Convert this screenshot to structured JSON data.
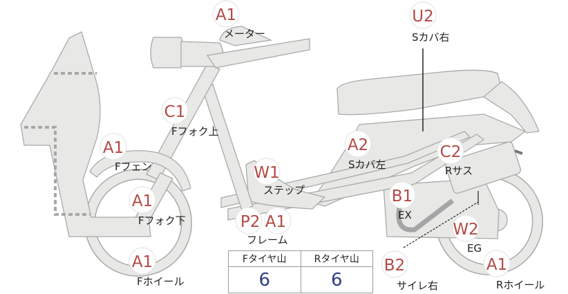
{
  "parts": [
    {
      "id": "meter",
      "grade": "A1",
      "label": "メーター"
    },
    {
      "id": "s-cover-right",
      "grade": "U2",
      "label": "Sカバ右"
    },
    {
      "id": "f-fork-upper",
      "grade": "C1",
      "label": "Fフォク上"
    },
    {
      "id": "f-fender",
      "grade": "A1",
      "label": "Fフェン"
    },
    {
      "id": "s-cover-left",
      "grade": "A2",
      "label": "Sカバ左"
    },
    {
      "id": "r-suspension",
      "grade": "C2",
      "label": "Rサス"
    },
    {
      "id": "step",
      "grade": "W1",
      "label": "ステップ"
    },
    {
      "id": "f-fork-lower",
      "grade": "A1",
      "label": "Fフォク下"
    },
    {
      "id": "exhaust",
      "grade": "B1",
      "label": "EX"
    },
    {
      "id": "frame",
      "grade": "P2 A1",
      "label": "フレーム"
    },
    {
      "id": "engine",
      "grade": "W2",
      "label": "EG"
    },
    {
      "id": "f-wheel",
      "grade": "A1",
      "label": "Fホイール"
    },
    {
      "id": "silencer-right",
      "grade": "B2",
      "label": "サイレ右"
    },
    {
      "id": "r-wheel",
      "grade": "A1",
      "label": "Rホイール"
    }
  ],
  "tire_table": {
    "headers": [
      "Fタイヤ山",
      "Rタイヤ山"
    ],
    "values": [
      "6",
      "6"
    ]
  }
}
